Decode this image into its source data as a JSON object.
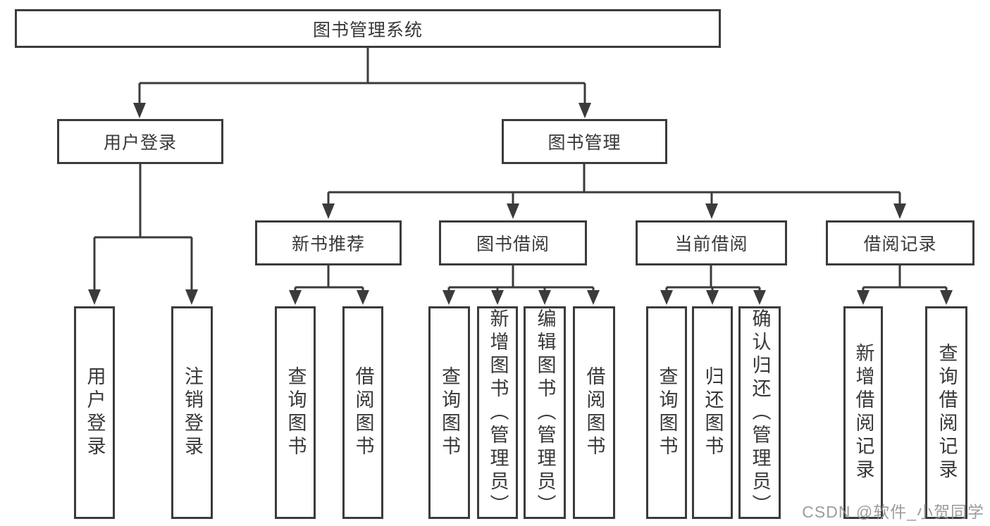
{
  "diagram": {
    "root": {
      "label": "图书管理系统"
    },
    "level2": [
      {
        "id": "user-login",
        "label": "用户登录"
      },
      {
        "id": "book-management",
        "label": "图书管理"
      }
    ],
    "level3": [
      {
        "id": "new-book-recommend",
        "parent": "图书管理",
        "label": "新书推荐"
      },
      {
        "id": "book-borrow",
        "parent": "图书管理",
        "label": "图书借阅"
      },
      {
        "id": "current-borrow",
        "parent": "图书管理",
        "label": "当前借阅"
      },
      {
        "id": "borrow-records",
        "parent": "图书管理",
        "label": "借阅记录"
      }
    ],
    "leaves": [
      {
        "parent": "用户登录",
        "label": "用户登录"
      },
      {
        "parent": "用户登录",
        "label": "注销登录"
      },
      {
        "parent": "新书推荐",
        "label": "查询图书"
      },
      {
        "parent": "新书推荐",
        "label": "借阅图书"
      },
      {
        "parent": "图书借阅",
        "label": "查询图书"
      },
      {
        "parent": "图书借阅",
        "label": "新增图书（管理员）"
      },
      {
        "parent": "图书借阅",
        "label": "编辑图书（管理员）"
      },
      {
        "parent": "图书借阅",
        "label": "借阅图书"
      },
      {
        "parent": "当前借阅",
        "label": "查询图书"
      },
      {
        "parent": "当前借阅",
        "label": "归还图书"
      },
      {
        "parent": "当前借阅",
        "label": "确认归还（管理员）"
      },
      {
        "parent": "借阅记录",
        "label": "新增借阅记录"
      },
      {
        "parent": "借阅记录",
        "label": "查询借阅记录"
      }
    ],
    "watermark": {
      "text": "CSDN @软件_小贺同学"
    },
    "colors": {
      "line": "#3b3b3b",
      "text": "#383838",
      "watermark": "#949494",
      "background": "#ffffff"
    }
  }
}
